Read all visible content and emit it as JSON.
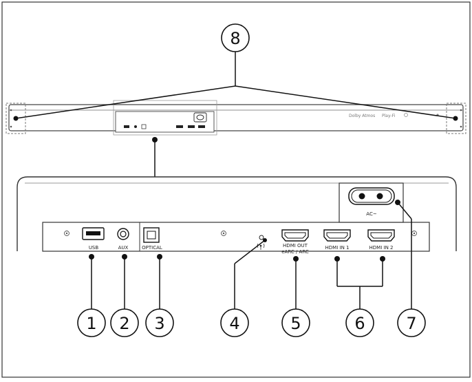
{
  "callouts": [
    {
      "number": "1"
    },
    {
      "number": "2"
    },
    {
      "number": "3"
    },
    {
      "number": "4"
    },
    {
      "number": "5"
    },
    {
      "number": "6"
    },
    {
      "number": "7"
    },
    {
      "number": "8"
    }
  ],
  "ports": {
    "usb": "USB",
    "aux": "AUX",
    "optical": "OPTICAL",
    "hdmi_out_line1": "HDMI OUT",
    "hdmi_out_line2": "eARC / ARC",
    "hdmi_in_1": "HDMI IN 1",
    "hdmi_in_2": "HDMI IN 2",
    "ac": "AC~"
  },
  "soundbar_logos": {
    "dolby": "Dolby Atmos",
    "playfi": "Play-Fi"
  }
}
